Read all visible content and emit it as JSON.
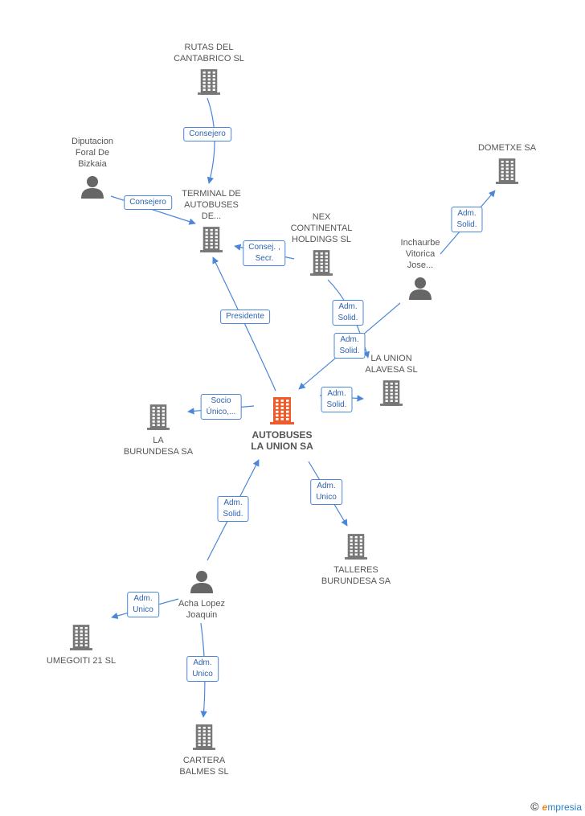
{
  "nodes": [
    {
      "id": "rutas",
      "type": "company",
      "label": [
        "RUTAS DEL",
        "CANTABRICO SL"
      ],
      "label_pos": "above"
    },
    {
      "id": "diputacion",
      "type": "person",
      "label": [
        "Diputacion",
        "Foral De",
        "Bizkaia"
      ],
      "label_pos": "above"
    },
    {
      "id": "terminal",
      "type": "company",
      "label": [
        "TERMINAL DE",
        "AUTOBUSES",
        "DE..."
      ],
      "label_pos": "above"
    },
    {
      "id": "nex",
      "type": "company",
      "label": [
        "NEX",
        "CONTINENTAL",
        "HOLDINGS SL"
      ],
      "label_pos": "above"
    },
    {
      "id": "dometxe",
      "type": "company",
      "label": [
        "DOMETXE SA"
      ],
      "label_pos": "above"
    },
    {
      "id": "inchaurbe",
      "type": "person",
      "label": [
        "Inchaurbe",
        "Vitorica",
        "Jose..."
      ],
      "label_pos": "above"
    },
    {
      "id": "launionalavesa",
      "type": "company",
      "label": [
        "LA UNION",
        "ALAVESA SL"
      ],
      "label_pos": "above"
    },
    {
      "id": "autobuses",
      "type": "main",
      "label": [
        "AUTOBUSES",
        "LA UNION SA"
      ],
      "label_pos": "below"
    },
    {
      "id": "laburundesa",
      "type": "company",
      "label": [
        "LA",
        "BURUNDESA SA"
      ],
      "label_pos": "below"
    },
    {
      "id": "talleres",
      "type": "company",
      "label": [
        "TALLERES",
        "BURUNDESA SA"
      ],
      "label_pos": "below"
    },
    {
      "id": "acha",
      "type": "person",
      "label": [
        "Acha Lopez",
        "Joaquin"
      ],
      "label_pos": "below"
    },
    {
      "id": "umegoiti",
      "type": "company",
      "label": [
        "UMEGOITI 21 SL"
      ],
      "label_pos": "below"
    },
    {
      "id": "cartera",
      "type": "company",
      "label": [
        "CARTERA",
        "BALMES SL"
      ],
      "label_pos": "below"
    }
  ],
  "edges": [
    {
      "from": "rutas",
      "to": "terminal",
      "label": [
        "Consejero"
      ]
    },
    {
      "from": "diputacion",
      "to": "terminal",
      "label": [
        "Consejero"
      ]
    },
    {
      "from": "nex",
      "to": "terminal",
      "label": [
        "Consej. ,",
        "Secr."
      ]
    },
    {
      "from": "nex",
      "to": "launionalavesa",
      "label": [
        "Adm.",
        "Solid."
      ]
    },
    {
      "from": "inchaurbe",
      "to": "dometxe",
      "label": [
        "Adm.",
        "Solid."
      ]
    },
    {
      "from": "inchaurbe",
      "to": "autobuses",
      "label": [
        "Adm.",
        "Solid."
      ]
    },
    {
      "from": "autobuses",
      "to": "terminal",
      "label": [
        "Presidente"
      ]
    },
    {
      "from": "autobuses",
      "to": "laburundesa",
      "label": [
        "Socio",
        "Único,..."
      ]
    },
    {
      "from": "autobuses",
      "to": "launionalavesa",
      "label": [
        "Adm.",
        "Solid."
      ]
    },
    {
      "from": "autobuses",
      "to": "talleres",
      "label": [
        "Adm.",
        "Unico"
      ]
    },
    {
      "from": "acha",
      "to": "autobuses",
      "label": [
        "Adm.",
        "Solid."
      ]
    },
    {
      "from": "acha",
      "to": "umegoiti",
      "label": [
        "Adm.",
        "Unico"
      ]
    },
    {
      "from": "acha",
      "to": "cartera",
      "label": [
        "Adm.",
        "Unico"
      ]
    }
  ],
  "colors": {
    "edge": "#4a86d9",
    "company": "#777777",
    "main": "#f05a28",
    "person": "#666666",
    "label_text": "#2f63b0"
  },
  "brand": {
    "symbol": "©",
    "e": "e",
    "rest": "mpresia"
  }
}
